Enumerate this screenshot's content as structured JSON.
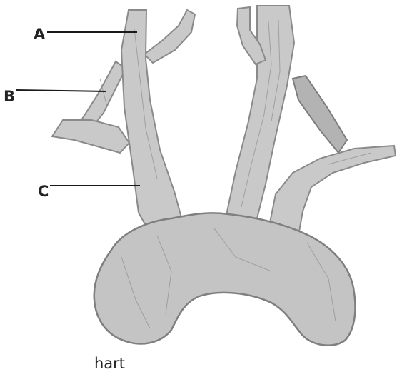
{
  "diagram": {
    "labels": {
      "a": "A",
      "b": "B",
      "c": "C"
    },
    "caption": "hart"
  }
}
